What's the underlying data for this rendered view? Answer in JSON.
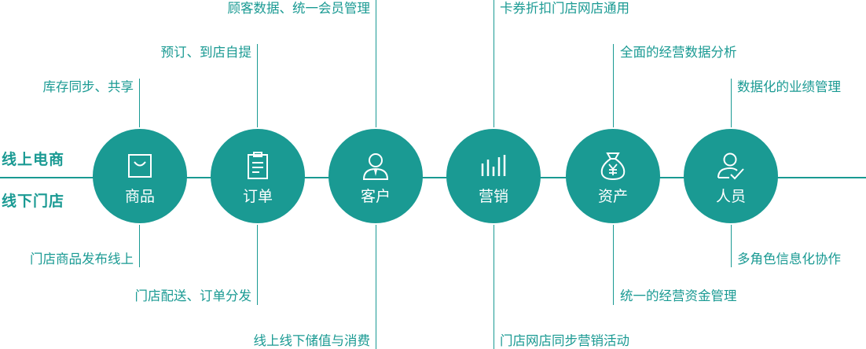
{
  "colors": {
    "primary": "#1a9a93",
    "text": "#1a9a93",
    "line": "#1a9a93"
  },
  "side_labels": {
    "top": "线上电商",
    "bottom": "线下门店"
  },
  "nodes": [
    {
      "label": "商品",
      "icon": "shopping-bag-icon"
    },
    {
      "label": "订单",
      "icon": "clipboard-icon"
    },
    {
      "label": "客户",
      "icon": "user-icon"
    },
    {
      "label": "营销",
      "icon": "bar-chart-icon"
    },
    {
      "label": "资产",
      "icon": "money-bag-icon"
    },
    {
      "label": "人员",
      "icon": "user-check-icon"
    }
  ],
  "annotations": {
    "product_top": "库存同步、共享",
    "product_bottom": "门店商品发布线上",
    "order_top": "预订、到店自提",
    "order_bottom": "门店配送、订单分发",
    "customer_top": "顾客数据、统一会员管理",
    "customer_bottom": "线上线下储值与消费",
    "marketing_top": "卡券折扣门店网店通用",
    "marketing_bottom": "门店网店同步营销活动",
    "assets_top": "全面的经营数据分析",
    "assets_bottom": "统一的经营资金管理",
    "staff_top": "数据化的业绩管理",
    "staff_bottom": "多角色信息化协作"
  }
}
